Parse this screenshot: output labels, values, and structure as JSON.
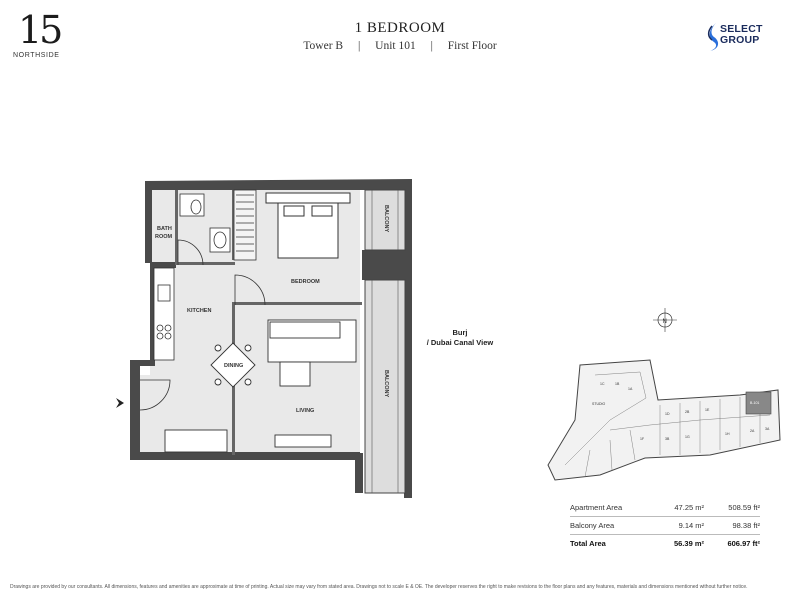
{
  "logo": {
    "number": "15",
    "name": "NORTHSIDE"
  },
  "header": {
    "title": "1 BEDROOM",
    "tower": "Tower B",
    "unit": "Unit 101",
    "floor": "First Floor",
    "separator": "|"
  },
  "brand": {
    "line1": "SELECT",
    "line2": "GROUP",
    "color": "#1a2b5c",
    "accent": "#2a6fdb"
  },
  "plan": {
    "rooms": {
      "bathroom_1": "BATH",
      "bathroom_2": "ROOM",
      "bedroom": "BEDROOM",
      "kitchen": "KITCHEN",
      "dining": "DINING",
      "living": "LIVING",
      "balcony_top": "BALCONY",
      "balcony_side": "BALCONY"
    },
    "view_1": "Burj",
    "view_2": "/ Dubai Canal View",
    "compass": "N",
    "wall_color": "#4a4a4a",
    "fill_color": "#e8e8e8"
  },
  "key_plan": {
    "units": [
      "1C",
      "1B",
      "1A",
      "STUDIO",
      "1D",
      "2B",
      "1E",
      "1F",
      "3B",
      "1G",
      "1H",
      "2A",
      "3A"
    ],
    "highlight": "B-101",
    "highlight_color": "#888888"
  },
  "areas": {
    "rows": [
      {
        "label": "Apartment Area",
        "sqm": "47.25 m²",
        "sqft": "508.59 ft²"
      },
      {
        "label": "Balcony Area",
        "sqm": "9.14 m²",
        "sqft": "98.38 ft²"
      }
    ],
    "total": {
      "label": "Total Area",
      "sqm": "56.39 m²",
      "sqft": "606.97 ft²"
    }
  },
  "disclaimer": "Drawings are provided by our consultants. All dimensions, features and amenities are approximate at time of printing. Actual size may vary from stated area. Drawings not to scale E & OE. The developer reserves the right to make revisions to the floor plans and any features, materials and dimensions mentioned without further notice."
}
